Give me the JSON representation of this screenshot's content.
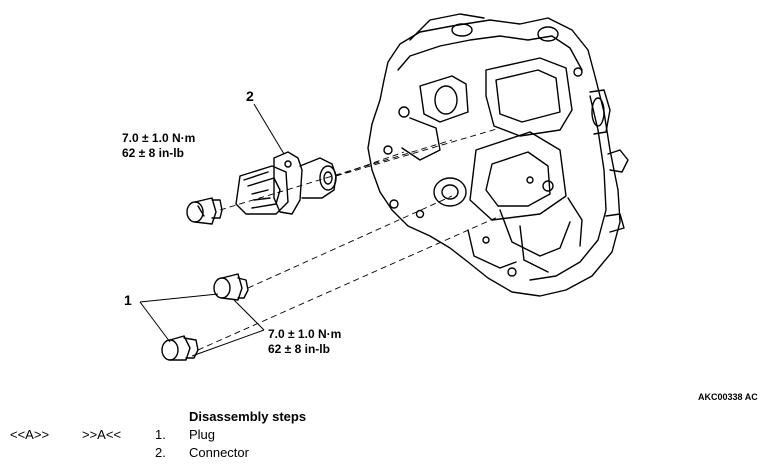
{
  "figure": {
    "callouts": [
      "1",
      "2"
    ],
    "torque_top": {
      "line1": "7.0 ± 1.0 N·m",
      "line2": "62 ± 8 in-lb"
    },
    "torque_bottom": {
      "line1": "7.0 ± 1.0 N·m",
      "line2": "62 ± 8 in-lb"
    },
    "figure_id": "AKC00338 AC"
  },
  "procedure": {
    "title": "Disassembly steps",
    "markers": {
      "reassembly": "<<A>>",
      "disassembly": ">>A<<"
    },
    "steps": [
      {
        "number": "1.",
        "label": "Plug"
      },
      {
        "number": "2.",
        "label": "Connector"
      }
    ]
  }
}
